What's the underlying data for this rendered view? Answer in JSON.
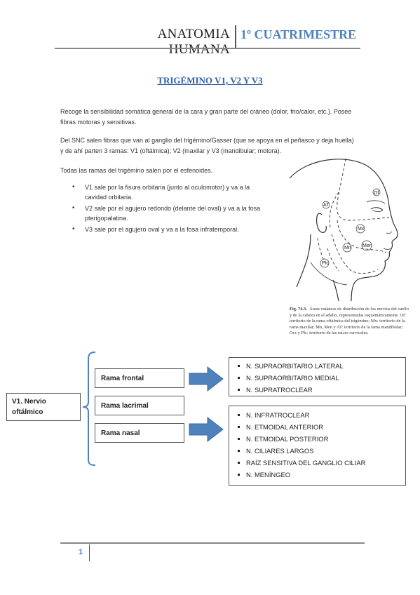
{
  "header": {
    "title": "ANATOMIA HUMANA",
    "semester": "1º CUATRIMESTRE"
  },
  "document": {
    "title": "TRIGÉMINO V1, V2 Y V3",
    "paragraphs": [
      "Recoge la sensibilidad somática general de la cara y gran parte del cráneo (dolor, frio/calor, etc.). Posee fibras motoras y sensitivas.",
      "Del SNC salen fibras que van al ganglio del trigémino/Gasser (que se apoya en el peñasco y deja huella) y de ahí parten 3 ramas: V1 (oftálmica); V2 (maxilar y V3 (mandibular; motora).",
      "Todas las ramas del trigémino salen por el esfenoides."
    ],
    "bullets": [
      "V1 sale por la fisura orbitaria (junto al oculomotor) y va a la cavidad orbitaria.",
      "V2 sale por el agujero redondo (delante del oval) y va a la fosa pterigopalatina.",
      "V3 sale por el agujero oval y va a la fosa infratemporal."
    ]
  },
  "figure": {
    "labels": {
      "of": "Of",
      "at": "AT",
      "mx": "Mx",
      "mn": "Mn",
      "men": "Men",
      "plc": "Plc"
    },
    "caption_number": "Fig. 74.3.",
    "caption_text": "Áreas cutáneas de distribución de los nervios del cuello y de la cabeza en el adulto, representadas esquemáticamente. Of: territorio de la rama oftálmica del trigémino; Mx: territorio de la rama maxilar; Mn, Men y AT: territorio de la rama mandibular; Occ y Plc: territorio de las raíces cervicales."
  },
  "diagram": {
    "nerve": "V1. Nervio oftálmico",
    "branches": {
      "frontal": "Rama frontal",
      "lacrimal": "Rama lacrimal",
      "nasal": "Rama nasal"
    },
    "frontal_list": [
      "N. SUPRAORBITARIO LATERAL",
      "N. SUPRAORBITARIO MEDIAL",
      "N. SUPRATROCLEAR"
    ],
    "nasal_list": [
      "N. INFRATROCLEAR",
      "N. ETMOIDAL ANTERIOR",
      "N. ETMOIDAL POSTERIOR",
      "N. CILIARES LARGOS",
      "RAÍZ SENSITIVA DEL GANGLIO CILIAR",
      "N. MENÍNGEO"
    ],
    "colors": {
      "arrow": "#4f81bd",
      "brace": "#4f81bd"
    }
  },
  "footer": {
    "page": "1"
  }
}
